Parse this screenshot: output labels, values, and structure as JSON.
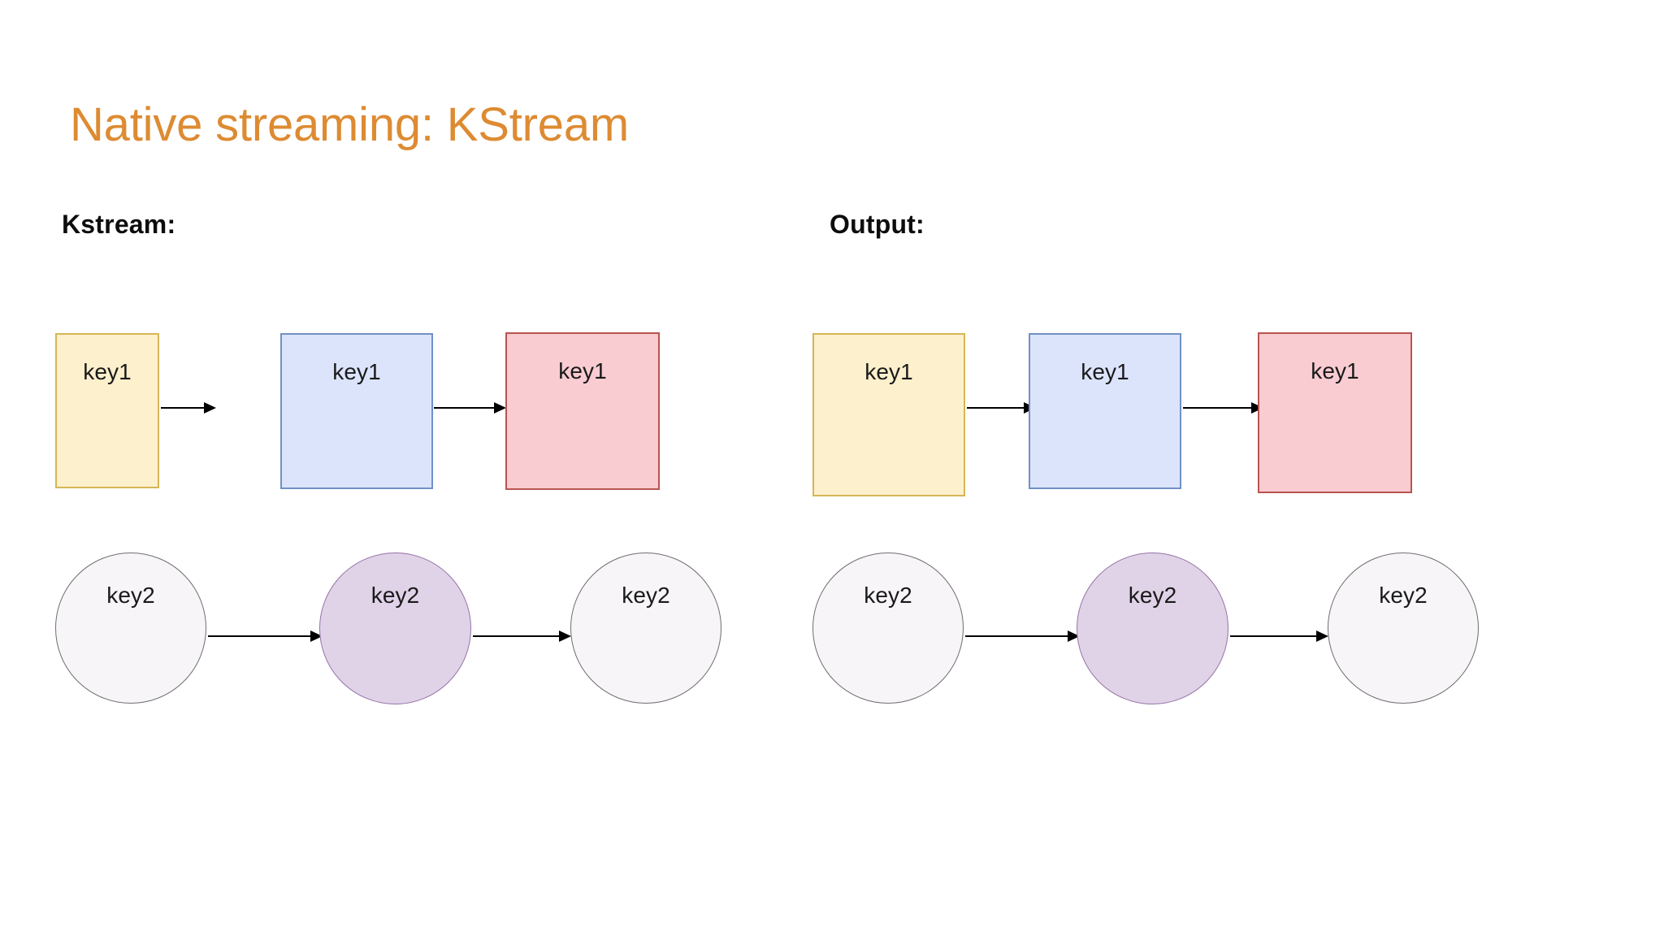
{
  "slide": {
    "title": "Native streaming: KStream",
    "title_color": "#DD8B32",
    "background_color": "#FFFFFF"
  },
  "palette": {
    "yellow_fill": "#FDF0CC",
    "yellow_border": "#D6B656",
    "blue_fill": "#DBE4FB",
    "blue_border": "#7191C4",
    "pink_fill": "#F9CCD2",
    "pink_border": "#B85450",
    "gray_fill": "#F7F5F8",
    "gray_border": "#6E6E6E",
    "purple_fill": "#E0D3E8",
    "purple_border": "#9673A6",
    "arrow_color": "#000000",
    "heading_color": "#0D0D0D"
  },
  "groups": {
    "kstream": {
      "heading": "Kstream:",
      "rect_row": {
        "items": [
          {
            "label": "key1",
            "fill": "yellow"
          },
          {
            "label": "key1",
            "fill": "blue"
          },
          {
            "label": "key1",
            "fill": "pink"
          }
        ]
      },
      "circle_row": {
        "items": [
          {
            "label": "key2",
            "fill": "gray"
          },
          {
            "label": "key2",
            "fill": "purple"
          },
          {
            "label": "key2",
            "fill": "gray"
          }
        ]
      }
    },
    "output": {
      "heading": "Output:",
      "rect_row": {
        "items": [
          {
            "label": "key1",
            "fill": "yellow"
          },
          {
            "label": "key1",
            "fill": "blue"
          },
          {
            "label": "key1",
            "fill": "pink"
          }
        ]
      },
      "circle_row": {
        "items": [
          {
            "label": "key2",
            "fill": "gray"
          },
          {
            "label": "key2",
            "fill": "purple"
          },
          {
            "label": "key2",
            "fill": "gray"
          }
        ]
      }
    }
  }
}
